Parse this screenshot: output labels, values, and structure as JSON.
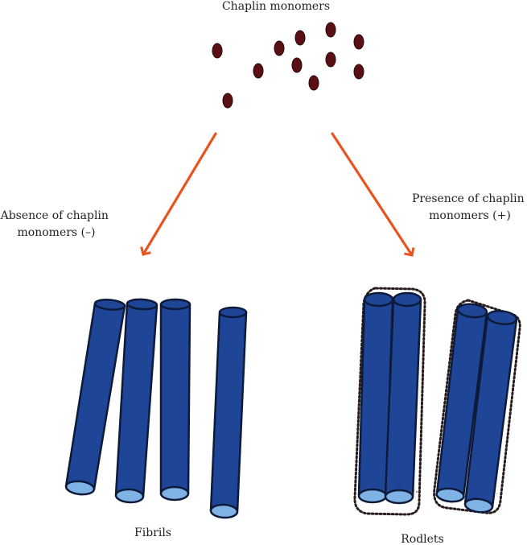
{
  "labels": {
    "title": "Chaplin monomers",
    "absence_line1": "Absence of chaplin",
    "absence_line2": "monomers (–)",
    "presence_line1": "Presence of chaplin",
    "presence_line2": "monomers (+)",
    "fibrils": "Fibrils",
    "rodlets": "Rodlets"
  },
  "colors": {
    "monomer": "#5a0f14",
    "arrow": "#e8541f",
    "rod_fill": "#1e4596",
    "rod_edge": "#0d1a3a",
    "rod_end": "#7fb3e6",
    "sheath": "#2a1d1d"
  }
}
